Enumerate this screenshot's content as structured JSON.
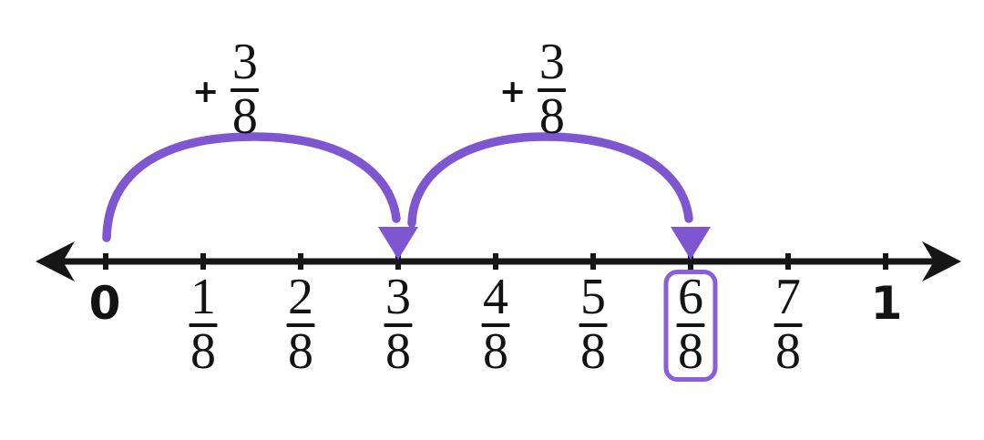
{
  "diagram": {
    "type": "number-line-fraction-addition",
    "expression_shown": "0 + 3/8 + 3/8 = 6/8",
    "colors": {
      "line_color": "#161616",
      "arc_purple": "#7e57d0",
      "box_purple": "#8a5fd8",
      "background": "#ffffff"
    },
    "jumps": [
      {
        "operator": "+",
        "numerator": "3",
        "denominator": "8",
        "from": "0",
        "to": "3/8"
      },
      {
        "operator": "+",
        "numerator": "3",
        "denominator": "8",
        "from": "3/8",
        "to": "6/8"
      }
    ],
    "number_line": {
      "ticks": [
        {
          "type": "plain",
          "label": "0"
        },
        {
          "type": "fraction",
          "numerator": "1",
          "denominator": "8"
        },
        {
          "type": "fraction",
          "numerator": "2",
          "denominator": "8"
        },
        {
          "type": "fraction",
          "numerator": "3",
          "denominator": "8"
        },
        {
          "type": "fraction",
          "numerator": "4",
          "denominator": "8"
        },
        {
          "type": "fraction",
          "numerator": "5",
          "denominator": "8"
        },
        {
          "type": "fraction",
          "numerator": "6",
          "denominator": "8",
          "highlighted": true
        },
        {
          "type": "fraction",
          "numerator": "7",
          "denominator": "8"
        },
        {
          "type": "plain",
          "label": "1"
        }
      ]
    }
  }
}
